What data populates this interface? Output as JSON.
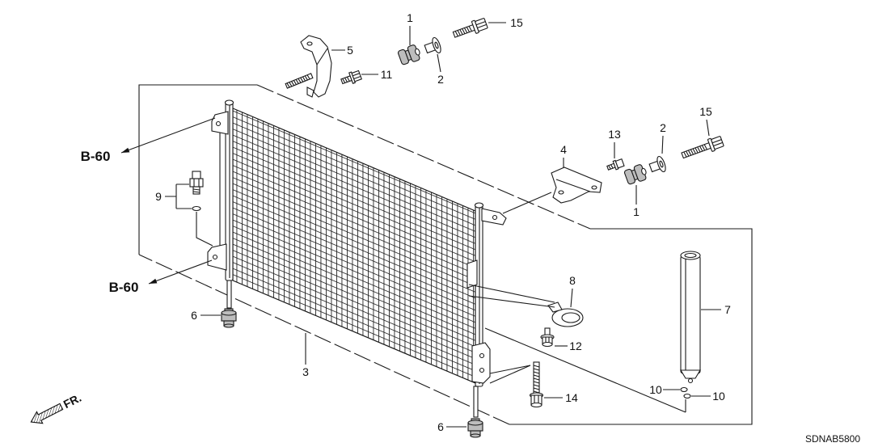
{
  "callouts": [
    "1",
    "15",
    "5",
    "11",
    "2",
    "13",
    "2",
    "15",
    "4",
    "1",
    "9",
    "8",
    "7",
    "6",
    "12",
    "3",
    "14",
    "10",
    "10",
    "6"
  ],
  "references": {
    "upper": "B-60",
    "lower": "B-60"
  },
  "direction": {
    "front": "FR."
  },
  "diagram_code": "SDNAB5800"
}
